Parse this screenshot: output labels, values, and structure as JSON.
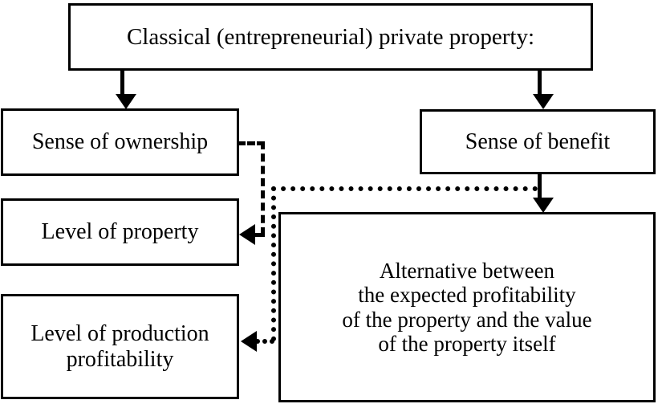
{
  "diagram": {
    "title_text": "Classical (entrepreneurial) private property:",
    "nodes": {
      "root": {
        "label": "Classical (entrepreneurial) private property:"
      },
      "sense_of_ownership": {
        "label": "Sense of ownership"
      },
      "level_of_property": {
        "label": "Level of property"
      },
      "level_of_production_profitability": {
        "label": "Level of production\nprofitability"
      },
      "sense_of_benefit": {
        "label": "Sense of benefit"
      },
      "alternative": {
        "label": "Alternative between\nthe expected profitability\nof the property and the value\nof the property itself"
      }
    },
    "edges": [
      {
        "id": "root-to-ownership",
        "from": "root",
        "to": "sense_of_ownership",
        "style": "solid",
        "arrow": "down"
      },
      {
        "id": "root-to-benefit",
        "from": "root",
        "to": "sense_of_benefit",
        "style": "solid",
        "arrow": "down"
      },
      {
        "id": "benefit-to-alternative",
        "from": "sense_of_benefit",
        "to": "alternative",
        "style": "solid",
        "arrow": "down"
      },
      {
        "id": "ownership-to-level-of-property",
        "from": "sense_of_ownership",
        "to": "level_of_property",
        "style": "dashed",
        "arrow": "left"
      },
      {
        "id": "alternative-to-level-of-production-profitability",
        "from": "alternative",
        "to": "level_of_production_profitability",
        "style": "dotted",
        "arrow": "left"
      }
    ],
    "colors": {
      "background": "#ffffff",
      "stroke": "#000000",
      "text": "#000000"
    }
  }
}
